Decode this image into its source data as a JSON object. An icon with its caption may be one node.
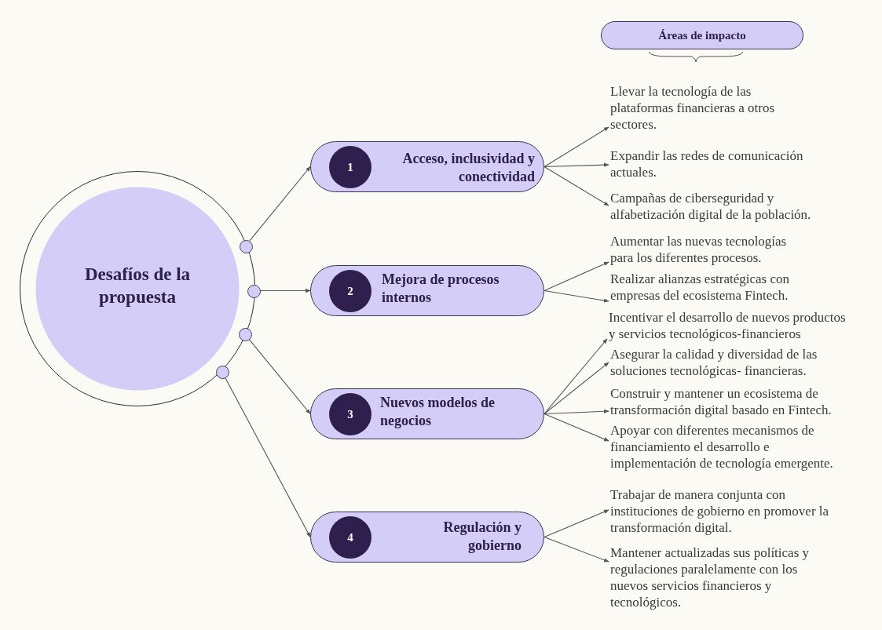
{
  "diagram": {
    "nodes": [
      {
        "text": [
          "Desafíos de la propuesta"
        ]
      },
      {
        "text": [],
        "shape": "circle",
        "in": 0
      },
      {
        "text": [],
        "shape": "circle",
        "in": 0
      },
      {
        "text": [],
        "shape": "circle",
        "in": 0
      },
      {
        "text": [],
        "shape": "circle",
        "in": 0
      },
      {
        "text": [
          "Acceso, inclusividad y conectividad"
        ]
      },
      {
        "text": [
          "1"
        ],
        "in": 5
      },
      {
        "text": [
          "Mejora de procesos internos"
        ]
      },
      {
        "text": [
          "2"
        ],
        "in": 7
      },
      {
        "text": [
          "Nuevos modelos de negocios"
        ]
      },
      {
        "text": [
          "3"
        ],
        "in": 9
      },
      {
        "text": [
          "Regulación y gobierno"
        ]
      },
      {
        "text": [
          "4"
        ],
        "in": 11
      },
      {
        "text": [
          "Áreas de impacto"
        ]
      },
      {
        "text": [
          "Llevar la tecnología de las plataformas financieras a otros sectores."
        ]
      },
      {
        "text": [
          "Expandir las redes de comunicación actuales."
        ]
      },
      {
        "text": [
          "Campañas de ciberseguridad y alfabetización digital de la población."
        ]
      },
      {
        "text": [
          "Aumentar las nuevas tecnologías para los diferentes procesos."
        ]
      },
      {
        "text": [
          "Realizar alianzas estratégicas con empresas del ecosistema Fintech."
        ]
      },
      {
        "text": [
          "Incentivar el desarrollo de nuevos productos y servicios tecnológicos-financieros"
        ]
      },
      {
        "text": [
          "Asegurar la calidad y diversidad de las soluciones tecnológicas- financieras."
        ]
      },
      {
        "text": [
          "Construir y mantener un ecosistema de transformación digital basado en Fintech."
        ]
      },
      {
        "text": [
          "Apoyar con diferentes mecanismos de financiamiento el desarrollo e implementación de tecnología emergente."
        ]
      },
      {
        "text": [
          "Trabajar de manera conjunta con instituciones de gobierno en promover la transformación digital."
        ]
      },
      {
        "text": [
          "Mantener actualizadas sus políticas y regulaciones paralelamente con los nuevos servicios financieros y tecnológicos."
        ]
      }
    ],
    "edges": [
      {
        "from": 1,
        "to": 5,
        "arrow": "to"
      },
      {
        "from": 2,
        "to": 7,
        "arrow": "to"
      },
      {
        "from": 3,
        "to": 9,
        "arrow": "to"
      },
      {
        "from": 4,
        "to": 11,
        "arrow": "to"
      },
      {
        "from": 5,
        "to": 14,
        "arrow": "to"
      },
      {
        "from": 5,
        "to": 15,
        "arrow": "to"
      },
      {
        "from": 5,
        "to": 16,
        "arrow": "to"
      },
      {
        "from": 7,
        "to": 17,
        "arrow": "to"
      },
      {
        "from": 7,
        "to": 18,
        "arrow": "to"
      },
      {
        "from": 9,
        "to": 19,
        "arrow": "to"
      },
      {
        "from": 9,
        "to": 20,
        "arrow": "to"
      },
      {
        "from": 9,
        "to": 21,
        "arrow": "to"
      },
      {
        "from": 9,
        "to": 22,
        "arrow": "to"
      },
      {
        "from": 11,
        "to": 23,
        "arrow": "to"
      },
      {
        "from": 11,
        "to": 24,
        "arrow": "to"
      }
    ]
  }
}
